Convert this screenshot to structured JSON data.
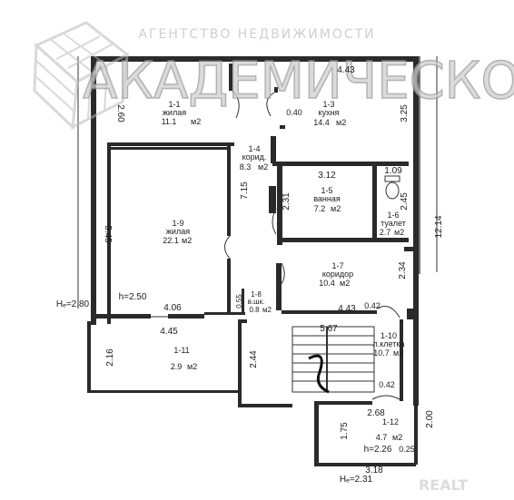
{
  "agency": {
    "tagline": "АГЕНТСТВО НЕДВИЖИМОСТИ",
    "name": "АКАДЕМИЧЕСКОЕ"
  },
  "corner_mark": "REALT",
  "rooms": [
    {
      "id": "1-1",
      "name": "жилая",
      "area": "11.1",
      "unit": "м2"
    },
    {
      "id": "1-3",
      "name": "кухня",
      "area": "14.4",
      "unit": "м2"
    },
    {
      "id": "1-4",
      "name": "корид.",
      "area": "8.3",
      "unit": "м2"
    },
    {
      "id": "1-5",
      "name": "ванная",
      "area": "7.2",
      "unit": "м2"
    },
    {
      "id": "1-6",
      "name": "туалет",
      "area": "2.7",
      "unit": "м2"
    },
    {
      "id": "1-9",
      "name": "жилая",
      "area": "22.1",
      "unit": "м2"
    },
    {
      "id": "1-7",
      "name": "коридор",
      "area": "10.4",
      "unit": "м2"
    },
    {
      "id": "1-8",
      "name": "в.шк.",
      "area": "0.8",
      "unit": "м2"
    },
    {
      "id": "1-10",
      "name": "л.клетка",
      "area": "10.7",
      "unit": "м2"
    },
    {
      "id": "1-11",
      "name": "",
      "area": "2.9",
      "unit": "м2"
    },
    {
      "id": "1-12",
      "name": "",
      "area": "4.7",
      "unit": "м2"
    }
  ],
  "dimensions": [
    "4.43",
    "0.40",
    "3.25",
    "7.15",
    "2.31",
    "3.12",
    "1.09",
    "2.45",
    "5.45",
    "12.14",
    "2.34",
    "4.06",
    "4.45",
    "0.42",
    "4.43",
    "5.67",
    "2.16",
    "2.44",
    "0.42",
    "2.68",
    "1.75",
    "2.00",
    "0.25",
    "3.18",
    "2.60",
    "0.55"
  ],
  "heights": [
    "Hₑ=2.80",
    "h=2.50",
    "h=2.26",
    "Hₑ=2.31"
  ]
}
